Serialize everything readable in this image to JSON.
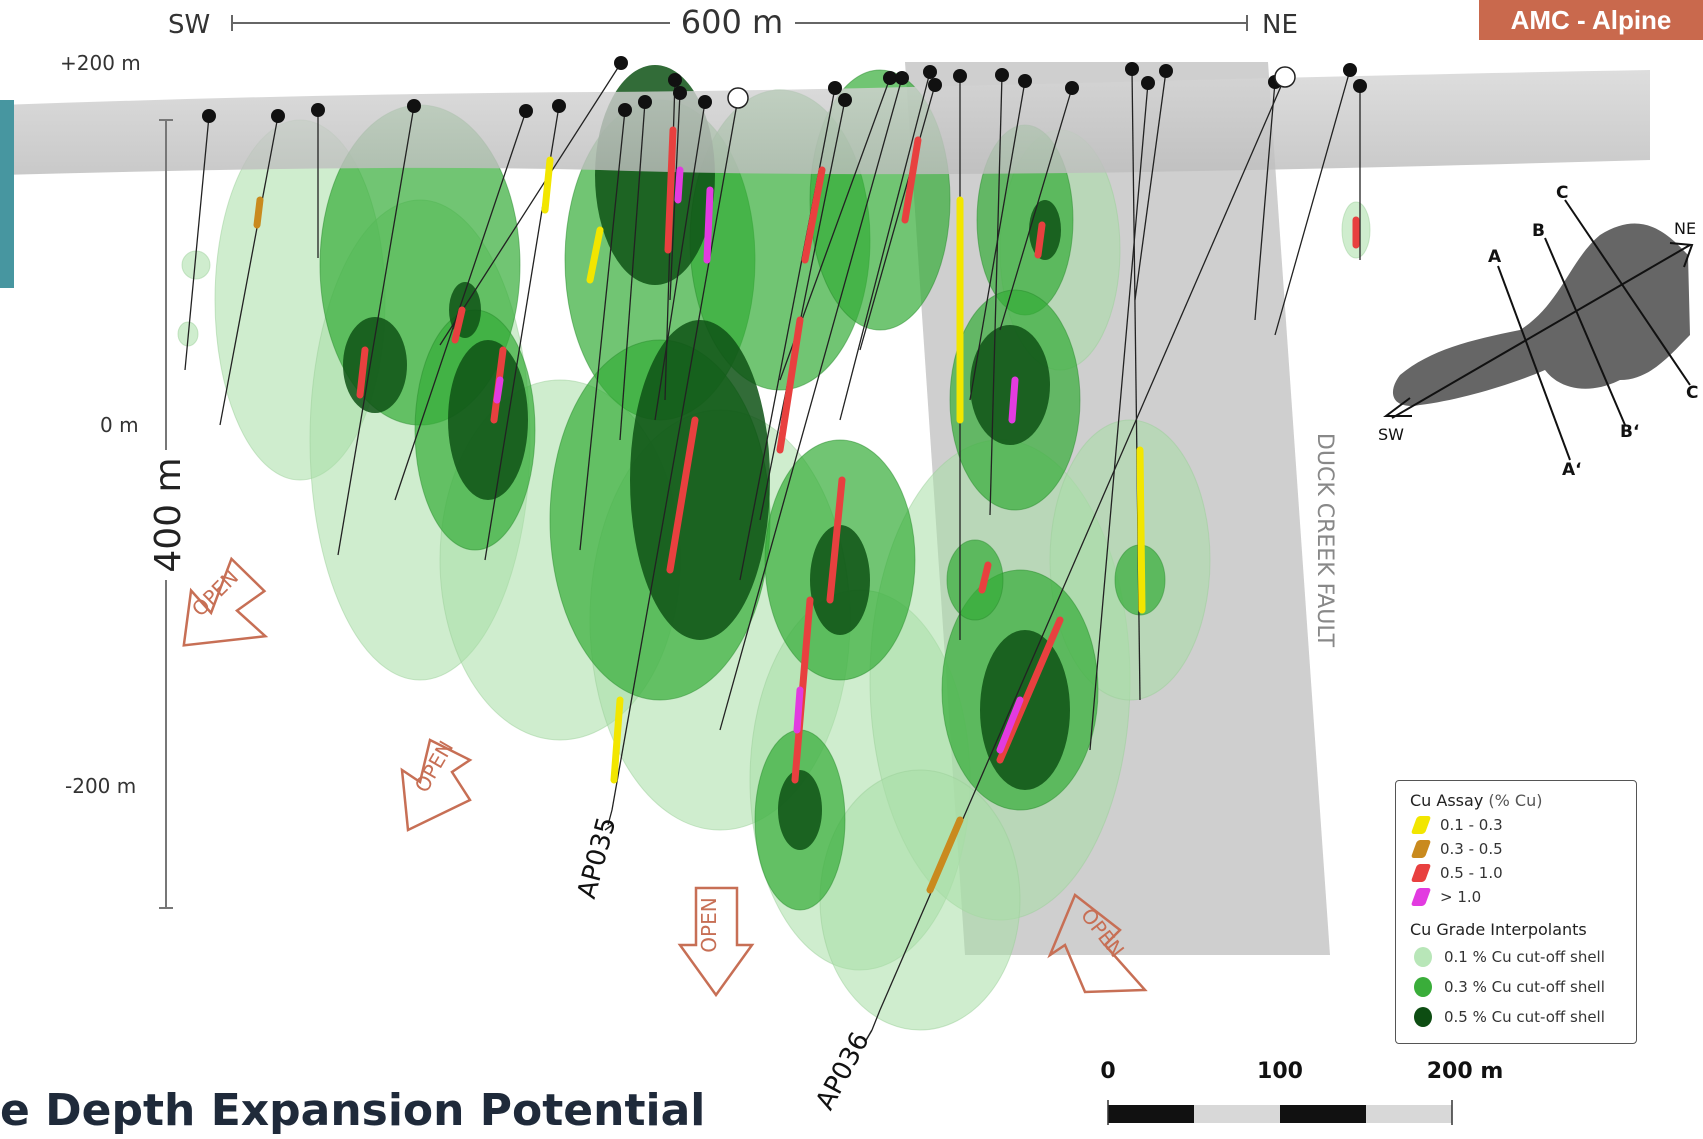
{
  "header": {
    "sw_label": "SW",
    "ne_label": "NE",
    "width_label": "600 m",
    "badge": "AMC - Alpine"
  },
  "elevation": {
    "ticks": [
      "+200 m",
      "0 m",
      "-200 m"
    ],
    "vertical_scale_label": "400 m"
  },
  "drillholes": {
    "ap035": "AP035",
    "ap036": "AP036"
  },
  "open_label": "OPEN",
  "fault_label": "DUCK CREEK FAULT",
  "inset_map": {
    "labels": [
      "A",
      "A‘",
      "B",
      "B‘",
      "C",
      "C",
      "NE",
      "SW"
    ]
  },
  "legend": {
    "cu_assay_title": "Cu Assay",
    "cu_assay_unit": "(% Cu)",
    "assay_classes": [
      {
        "label": "0.1 - 0.3",
        "color": "#f2e600"
      },
      {
        "label": "0.3 - 0.5",
        "color": "#c98a1e"
      },
      {
        "label": "0.5 - 1.0",
        "color": "#e8403f"
      },
      {
        "label": "> 1.0",
        "color": "#e23be0"
      }
    ],
    "shells_title": "Cu Grade Interpolants",
    "shells": [
      {
        "label": "0.1 % Cu cut-off shell",
        "color": "#b8e6b8"
      },
      {
        "label": "0.3 % Cu cut-off shell",
        "color": "#3aad3a"
      },
      {
        "label": "0.5 % Cu cut-off shell",
        "color": "#0d4d12"
      }
    ]
  },
  "scale_bar": {
    "labels": [
      "0",
      "100",
      "200 m"
    ]
  },
  "title_fragment": "e Depth Expansion Potential"
}
